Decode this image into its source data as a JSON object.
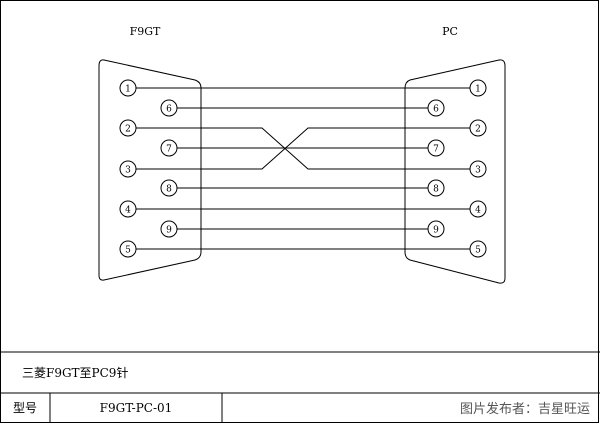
{
  "diagram": {
    "left_title": "F9GT",
    "right_title": "PC",
    "left_pins_top": [
      "1",
      "2",
      "3",
      "4",
      "5"
    ],
    "left_pins_bottom": [
      "6",
      "7",
      "8",
      "9"
    ],
    "right_pins_top": [
      "1",
      "2",
      "3",
      "4",
      "5"
    ],
    "right_pins_bottom": [
      "6",
      "7",
      "8",
      "9"
    ],
    "connections": [
      {
        "from": "1",
        "to": "1"
      },
      {
        "from": "2",
        "to": "3"
      },
      {
        "from": "3",
        "to": "2"
      },
      {
        "from": "4",
        "to": "4"
      },
      {
        "from": "5",
        "to": "5"
      },
      {
        "from": "6",
        "to": "6"
      },
      {
        "from": "7",
        "to": "7"
      },
      {
        "from": "8",
        "to": "8"
      },
      {
        "from": "9",
        "to": "9"
      }
    ]
  },
  "footer": {
    "description": "三菱F9GT至PC9针",
    "model_label": "型号",
    "model_value": "F9GT-PC-01",
    "publisher": "图片发布者：吉星旺运"
  }
}
